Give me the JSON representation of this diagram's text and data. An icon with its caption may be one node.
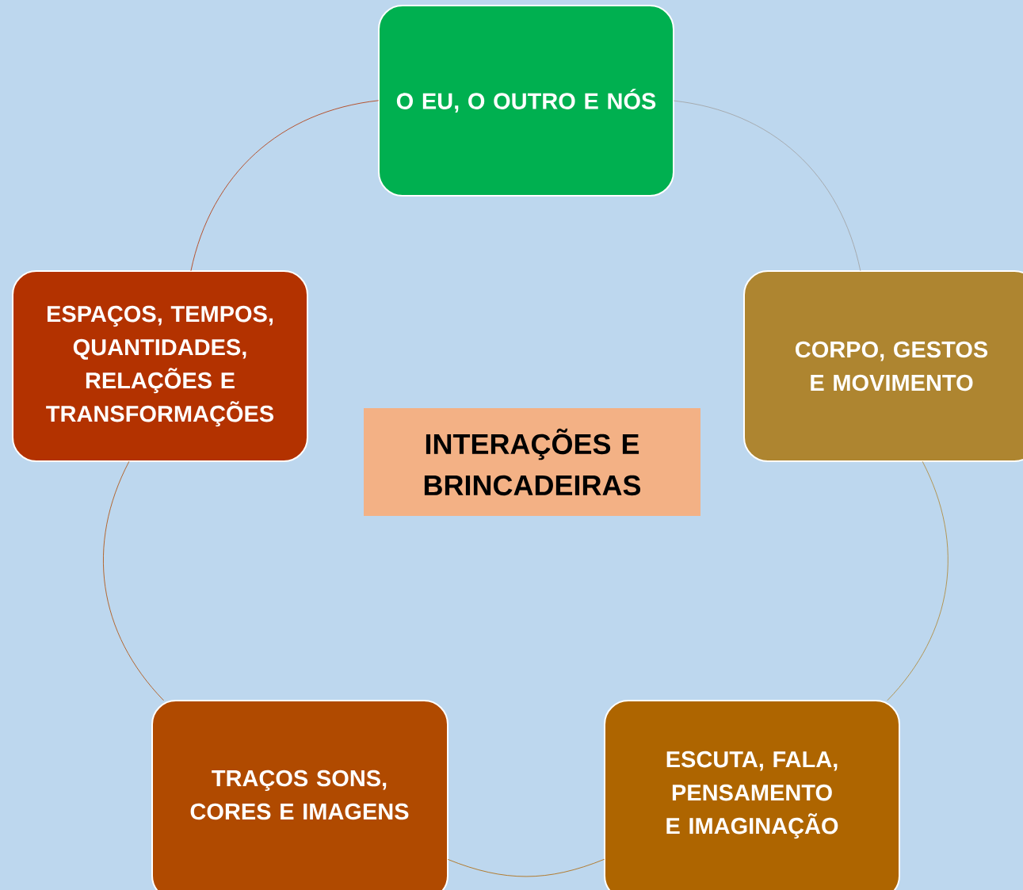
{
  "diagram": {
    "nodes": [
      {
        "text": [
          "INTERAÇÕES E BRINCADEIRAS"
        ]
      },
      {
        "text": [
          "O EU, O OUTRO E NÓS"
        ]
      },
      {
        "text": [
          "CORPO, GESTOS E MOVIMENTO"
        ]
      },
      {
        "text": [
          "ESCUTA, FALA, PENSAMENTO E IMAGINAÇÃO"
        ]
      },
      {
        "text": [
          "TRAÇOS SONS, CORES E IMAGENS"
        ]
      },
      {
        "text": [
          "ESPAÇOS, TEMPOS, QUANTIDADES, RELAÇÕES E TRANSFORMAÇÕES"
        ]
      }
    ],
    "edges": [
      {
        "from": 1,
        "to": 2,
        "arrow": "none",
        "color": "#a0a0a0"
      },
      {
        "from": 2,
        "to": 3,
        "arrow": "none",
        "color": "#ae8530"
      },
      {
        "from": 3,
        "to": 4,
        "arrow": "none",
        "color": "#ae6500"
      },
      {
        "from": 4,
        "to": 5,
        "arrow": "none",
        "color": "#b04a00"
      },
      {
        "from": 5,
        "to": 1,
        "arrow": "none",
        "color": "#b33200"
      }
    ]
  }
}
